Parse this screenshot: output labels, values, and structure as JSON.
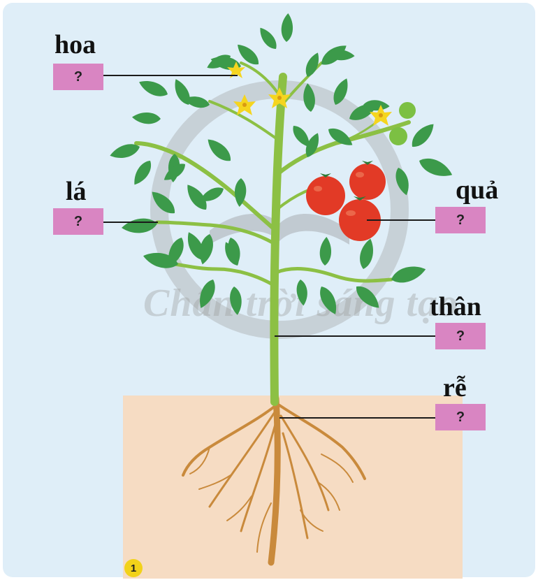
{
  "labels": {
    "flower": "hoa",
    "leaf": "lá",
    "fruit": "quả",
    "stem": "thân",
    "root": "rễ"
  },
  "answer_box_text": "?",
  "page_number": "1",
  "watermark": "Chân trời sáng tạo",
  "colors": {
    "background": "#dfeef8",
    "soil": "#f6dcc3",
    "answer_box": "#d985c2",
    "leaf": "#3c9a4a",
    "stem": "#8cc044",
    "fruit": "#e23a26",
    "flower": "#f5d51f",
    "root": "#c98a3c",
    "badge": "#f2d21a"
  },
  "icons": [
    "tomato-plant-illustration",
    "watermark-logo"
  ]
}
